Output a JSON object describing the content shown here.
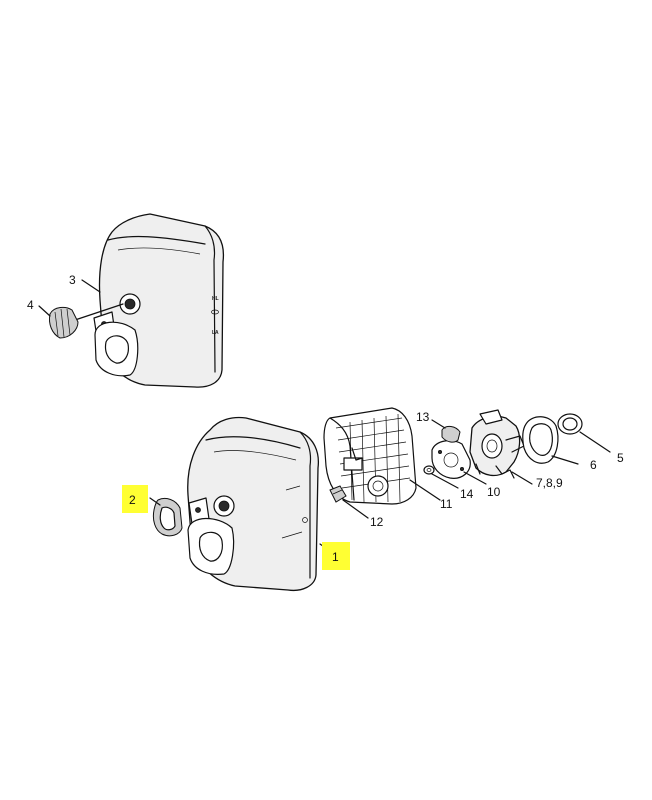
{
  "callouts": {
    "c1": "1",
    "c2": "2",
    "c3": "3",
    "c4": "4",
    "c5": "5",
    "c6": "6",
    "c789": "7,8,9",
    "c10": "10",
    "c11": "11",
    "c12": "12",
    "c13": "13",
    "c14": "14"
  },
  "cover_markings": {
    "top": "HL",
    "bottom": "LA"
  },
  "colors": {
    "highlight": "#ffff33",
    "line": "#111111",
    "background": "#ffffff"
  }
}
